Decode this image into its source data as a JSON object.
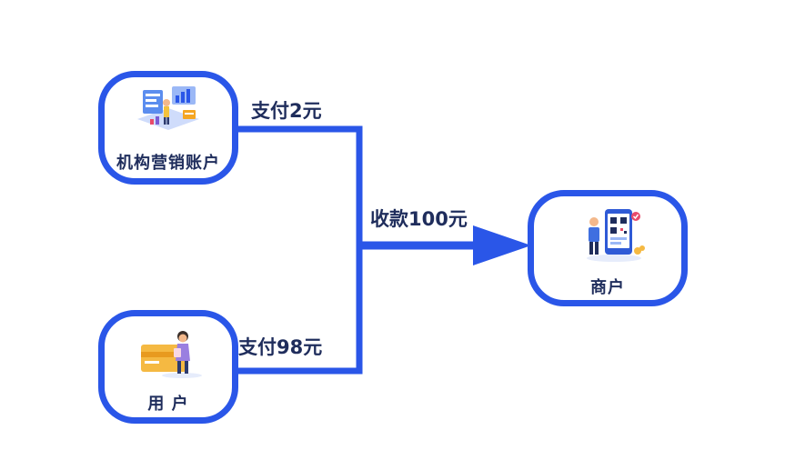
{
  "nodes": {
    "institution": {
      "label": "机构营销账户",
      "icon": "marketing-dashboard-illustration"
    },
    "user": {
      "label": "用 户",
      "icon": "user-with-card-illustration"
    },
    "merchant": {
      "label": "商户",
      "icon": "qr-payment-phone-illustration"
    }
  },
  "edges": {
    "institution_pay": {
      "label": "支付2元"
    },
    "user_pay": {
      "label": "支付98元"
    },
    "merchant_receive": {
      "label": "收款100元"
    }
  },
  "colors": {
    "accent": "#2a56e8",
    "text": "#1f2d5c"
  }
}
